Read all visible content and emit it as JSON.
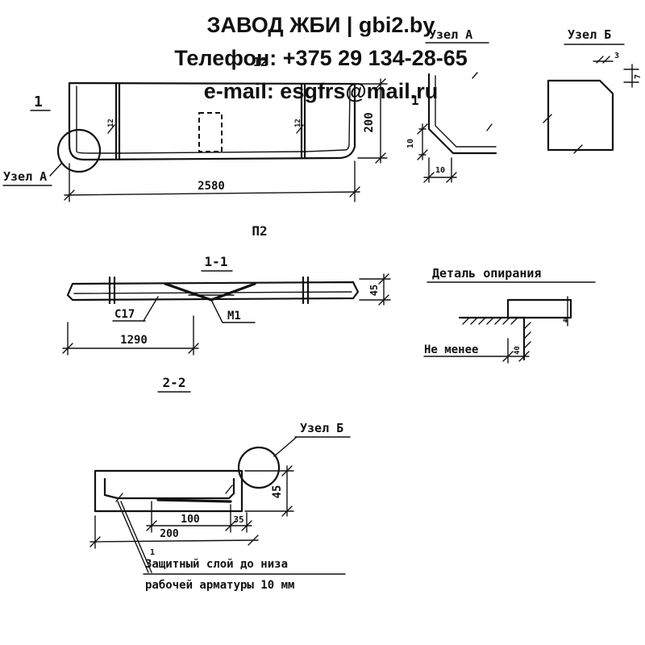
{
  "header": {
    "line1": "ЗАВОД ЖБИ | gbi2.by",
    "line2": "Телефон: +375 29 134-28-65",
    "line3": "e-mail: esgfrs@mail.ru"
  },
  "top_view": {
    "mark": "1",
    "node_a_callout": "Узел А",
    "length_dim": "2580",
    "height_dim": "200",
    "mark_12_top": "12",
    "mark_12_left": "12",
    "mark_12_right": "12"
  },
  "node_a": {
    "title": "Узел А",
    "dim_v": "10",
    "dim_h": "10",
    "mark": "1"
  },
  "node_b": {
    "title": "Узел Б",
    "dim_a": "3",
    "dim_b": "7"
  },
  "product_mark": "П2",
  "section_1_1": {
    "title": "1-1",
    "dim_height": "45",
    "label_c17": "С17",
    "label_m1": "М1",
    "dim_length": "1290"
  },
  "support_detail": {
    "title": "Деталь опирания",
    "label_not_less": "Не менее",
    "dim_support": "40",
    "dim_side": "4"
  },
  "section_2_2": {
    "title": "2-2",
    "node_b_callout": "Узел Б",
    "dim_height": "45",
    "dim_100": "100",
    "dim_35": "35",
    "dim_200": "200",
    "mark_1": "1",
    "note_line1": "Защитный слой до низа",
    "note_line2": "рабочей арматуры 10 мм"
  }
}
